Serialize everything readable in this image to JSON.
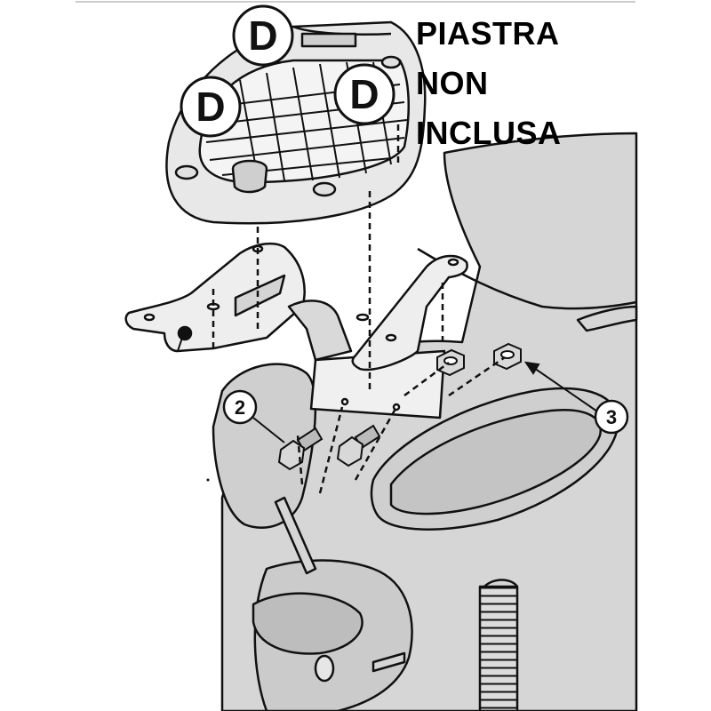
{
  "callouts": {
    "plate_letter": "D",
    "screw_number": "2",
    "nut_number": "3"
  },
  "notice": {
    "line1": "PIASTRA",
    "line2": "NON",
    "line3": "INCLUSA"
  },
  "colors": {
    "part_fill": "#d6d6d6",
    "outline": "#111111",
    "background": "#ffffff"
  }
}
